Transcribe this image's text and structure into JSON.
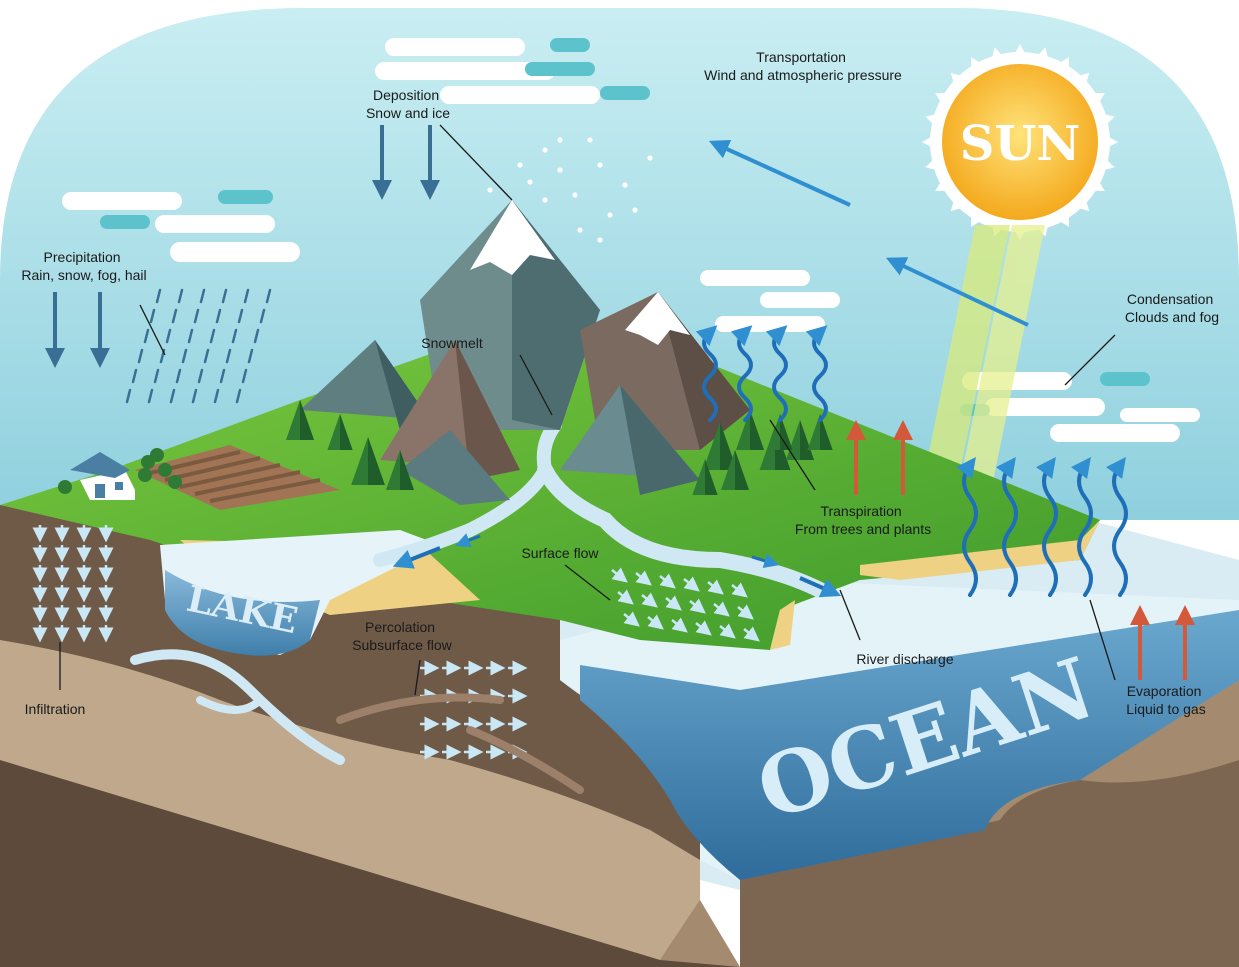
{
  "diagram": {
    "labels": {
      "transportation": [
        "Transportation",
        "Wind and atmospheric pressure"
      ],
      "deposition": [
        "Deposition",
        "Snow and ice"
      ],
      "precipitation": [
        "Precipitation",
        "Rain, snow, fog, hail"
      ],
      "snowmelt": [
        "Snowmelt"
      ],
      "condensation": [
        "Condensation",
        "Clouds and fog"
      ],
      "transpiration": [
        "Transpiration",
        "From trees and plants"
      ],
      "surface_flow": [
        "Surface flow"
      ],
      "percolation": [
        "Percolation",
        "Subsurface flow"
      ],
      "river_discharge": [
        "River discharge"
      ],
      "infiltration": [
        "Infiltration"
      ],
      "evaporation": [
        "Evaporation",
        "Liquid to gas"
      ]
    },
    "sun_text": "SUN",
    "lake_text": "LAKE",
    "ocean_text": "OCEAN",
    "colors": {
      "sky": "#a9dce6",
      "grass": "#5fb832",
      "sun": "#f6b81f",
      "mountain": "#6e8c8c",
      "ocean": "#4f8fb8",
      "arrow_blue": "#2f8fd0",
      "arrow_red": "#d4583a"
    }
  }
}
